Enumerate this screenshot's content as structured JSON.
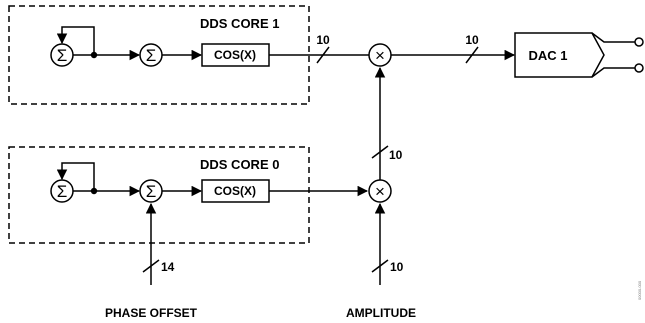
{
  "diagram": {
    "core1": {
      "title": "DDS CORE 1",
      "cos_label": "COS(X)"
    },
    "core0": {
      "title": "DDS CORE 0",
      "cos_label": "COS(X)"
    },
    "dac": {
      "label": "DAC 1"
    },
    "bus_widths": {
      "core1_to_mult": "10",
      "mult_to_dac": "10",
      "mult0_to_mult1": "10",
      "amplitude": "10",
      "phase_offset": "14"
    },
    "sum_symbol": "Σ",
    "mult_symbol": "×",
    "inputs": {
      "phase_offset": "PHASE OFFSET",
      "amplitude": "AMPLITUDE"
    },
    "watermark": "00000-000",
    "colors": {
      "line": "#000000",
      "background": "#ffffff"
    }
  }
}
